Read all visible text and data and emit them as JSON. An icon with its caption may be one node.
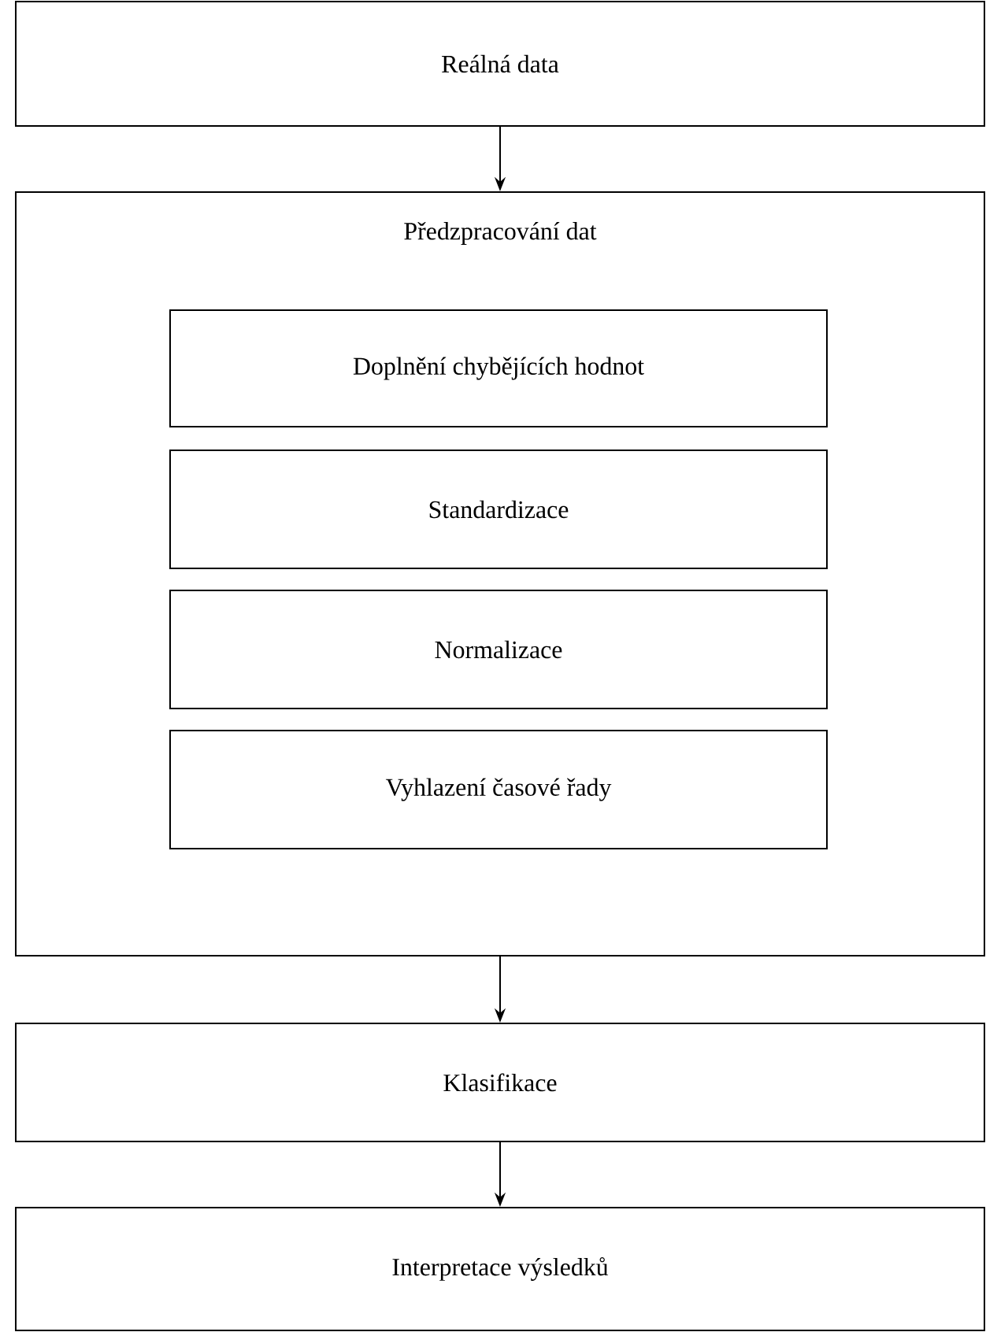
{
  "diagram": {
    "nodes": [
      {
        "text": [
          "Reálná data"
        ]
      },
      {
        "text": [
          "Předzpracování dat"
        ]
      },
      {
        "text": [
          "Doplnění chybějících hodnot"
        ],
        "in": 1
      },
      {
        "text": [
          "Standardizace"
        ],
        "in": 1
      },
      {
        "text": [
          "Normalizace"
        ],
        "in": 1
      },
      {
        "text": [
          "Vyhlazení časové řady"
        ],
        "in": 1
      },
      {
        "text": [
          "Klasifikace"
        ]
      },
      {
        "text": [
          "Interpretace výsledků"
        ]
      }
    ],
    "edges": [
      {
        "from": 0,
        "to": 1,
        "arrow": "to"
      },
      {
        "from": 1,
        "to": 6,
        "arrow": "to"
      },
      {
        "from": 6,
        "to": 7,
        "arrow": "to"
      }
    ]
  }
}
